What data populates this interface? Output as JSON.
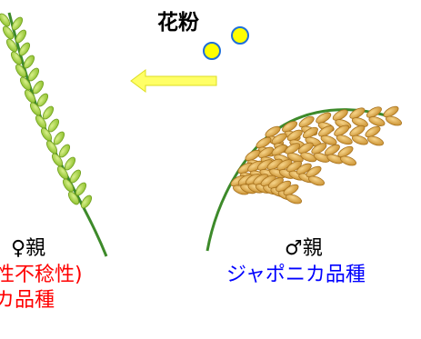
{
  "pollen": {
    "label": "花粉",
    "grain_color": "#ffff00",
    "grain_outline": "#1e6fd9"
  },
  "arrow": {
    "fill": "#ffff66",
    "outline": "#dddd22"
  },
  "female": {
    "parent_label": "♀親",
    "line1": "性不稔性)",
    "line2": "カ品種",
    "text_color": "#ff0000",
    "panicle_color": "#9acd32"
  },
  "male": {
    "parent_label": "♂親",
    "line1": "ジャポニカ品種",
    "text_color": "#0000ff",
    "panicle_color": "#d9a84a"
  }
}
